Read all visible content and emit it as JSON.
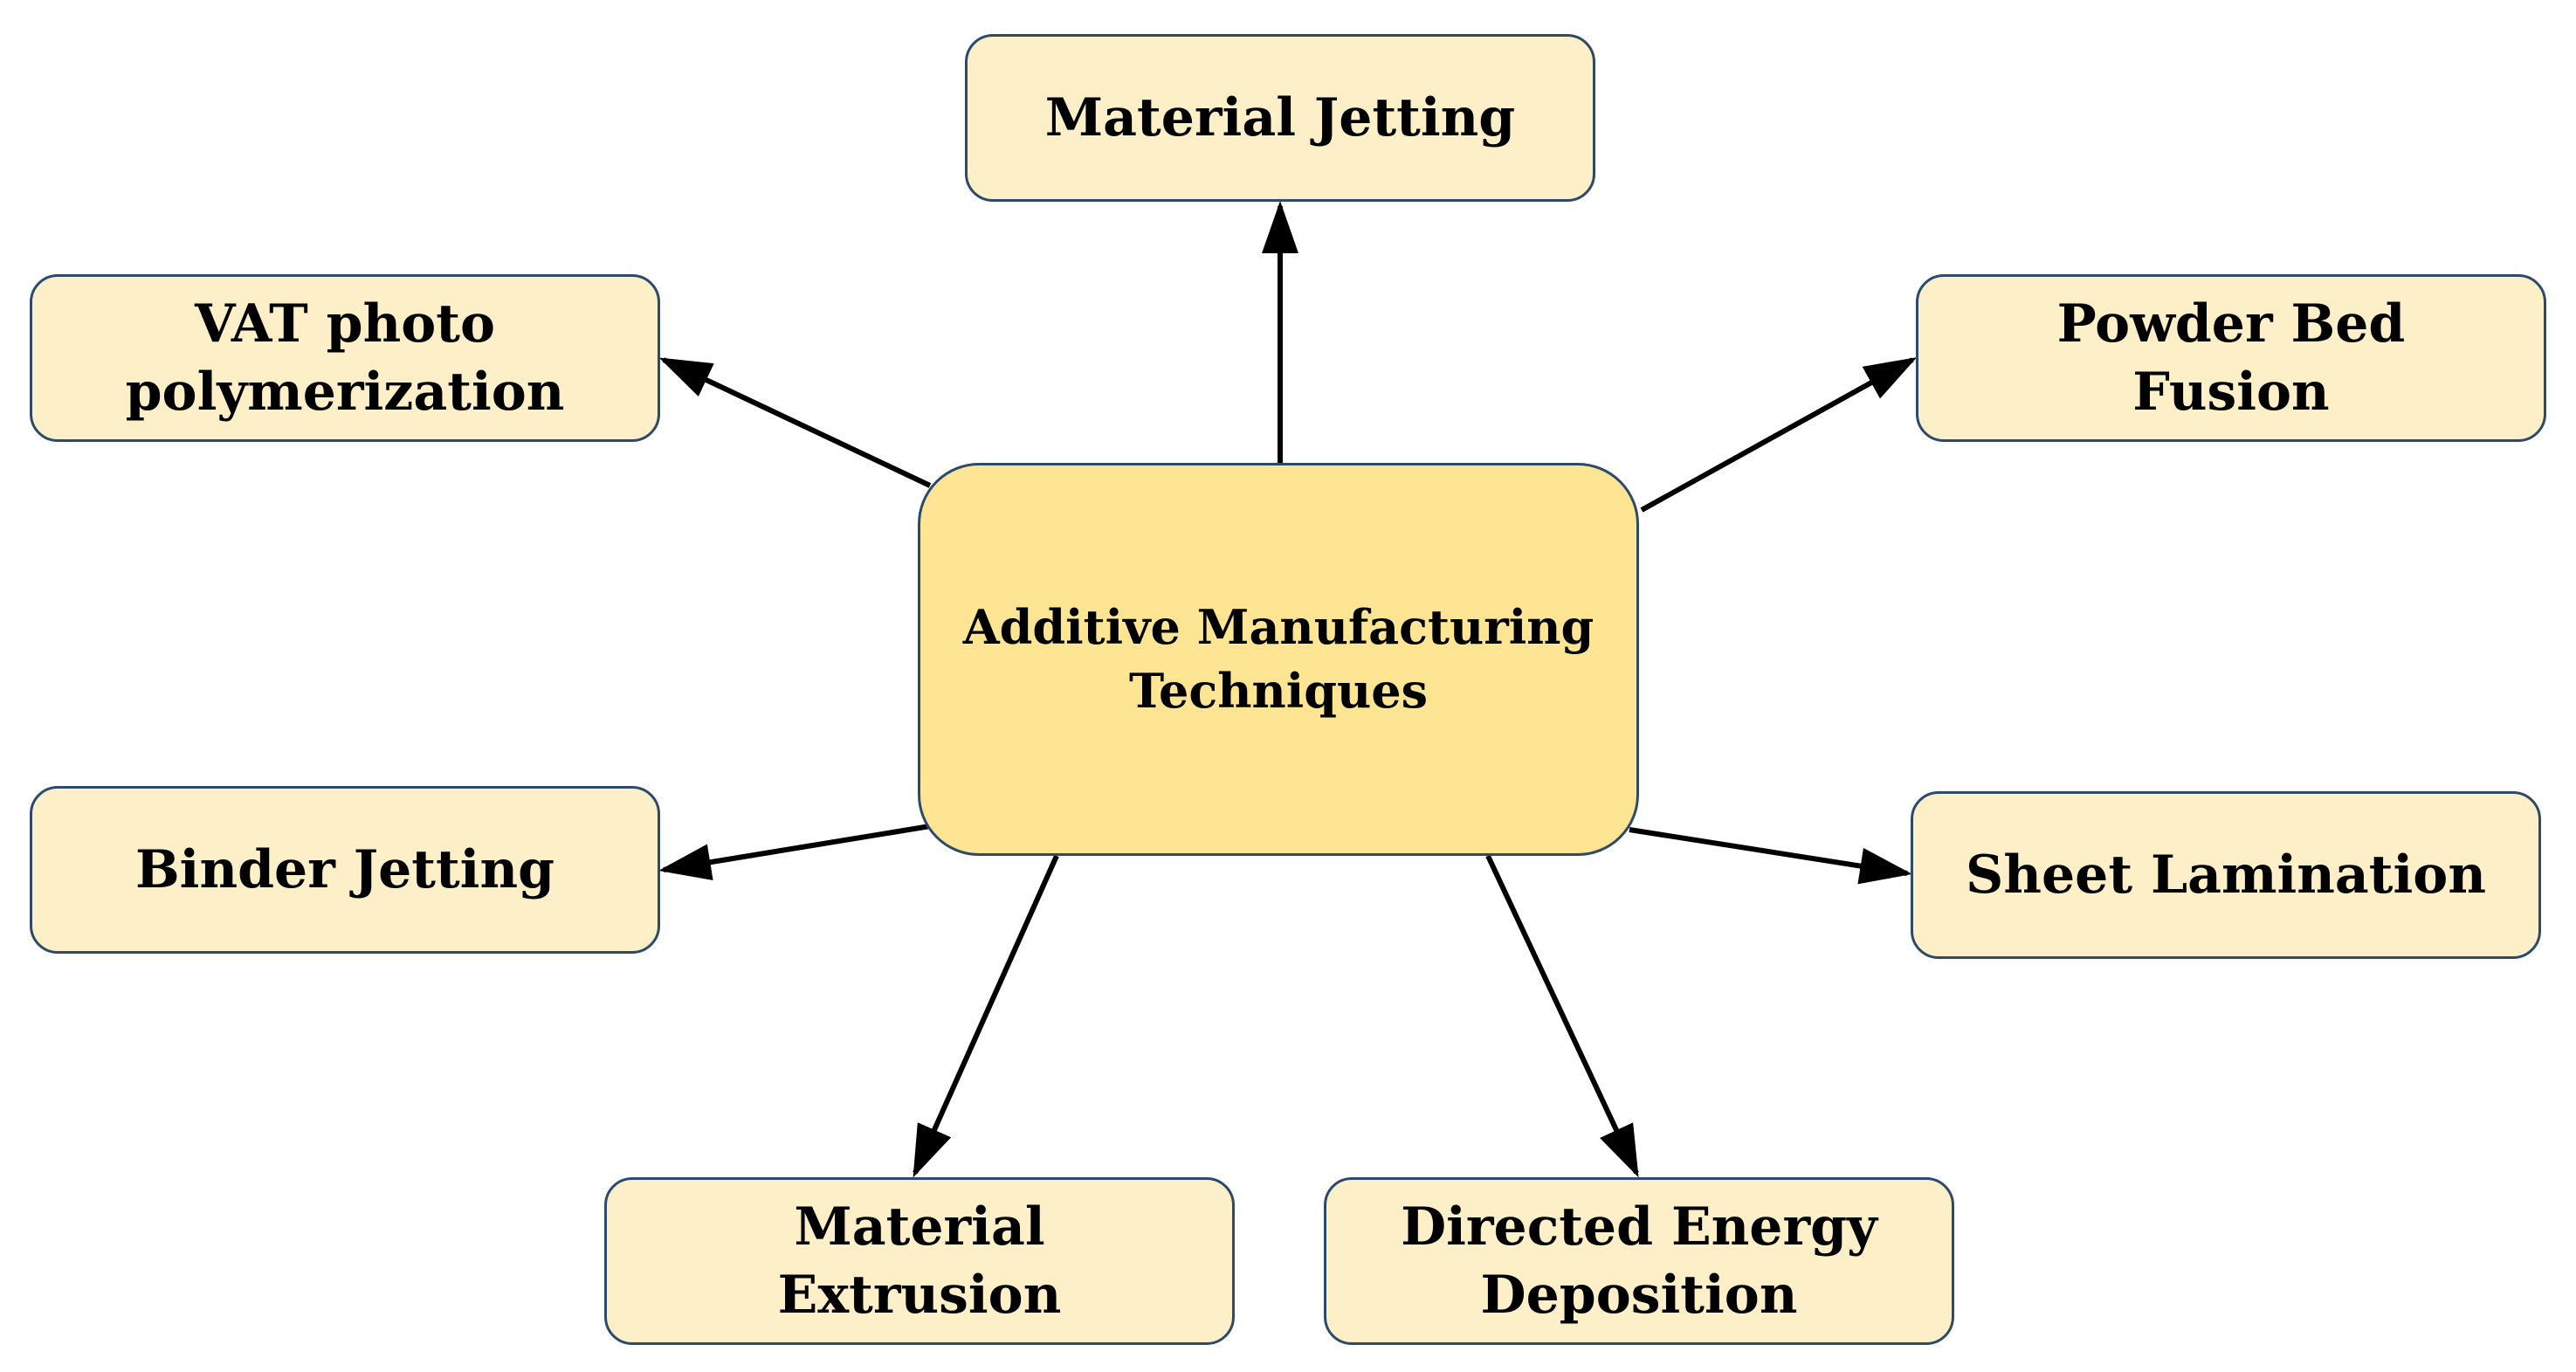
{
  "diagram": {
    "center": "Additive Manufacturing\nTechniques",
    "nodes": {
      "material_jetting": "Material Jetting",
      "vat_photo_polymerization": "VAT photo\npolymerization",
      "powder_bed_fusion": "Powder Bed\nFusion",
      "binder_jetting": "Binder Jetting",
      "sheet_lamination": "Sheet Lamination",
      "material_extrusion": "Material\nExtrusion",
      "directed_energy_deposition": "Directed Energy\nDeposition"
    },
    "colors": {
      "center_fill": "#fde594",
      "node_fill": "#fdf0c8",
      "border": "#2e4a6b",
      "arrow": "#000000"
    }
  }
}
